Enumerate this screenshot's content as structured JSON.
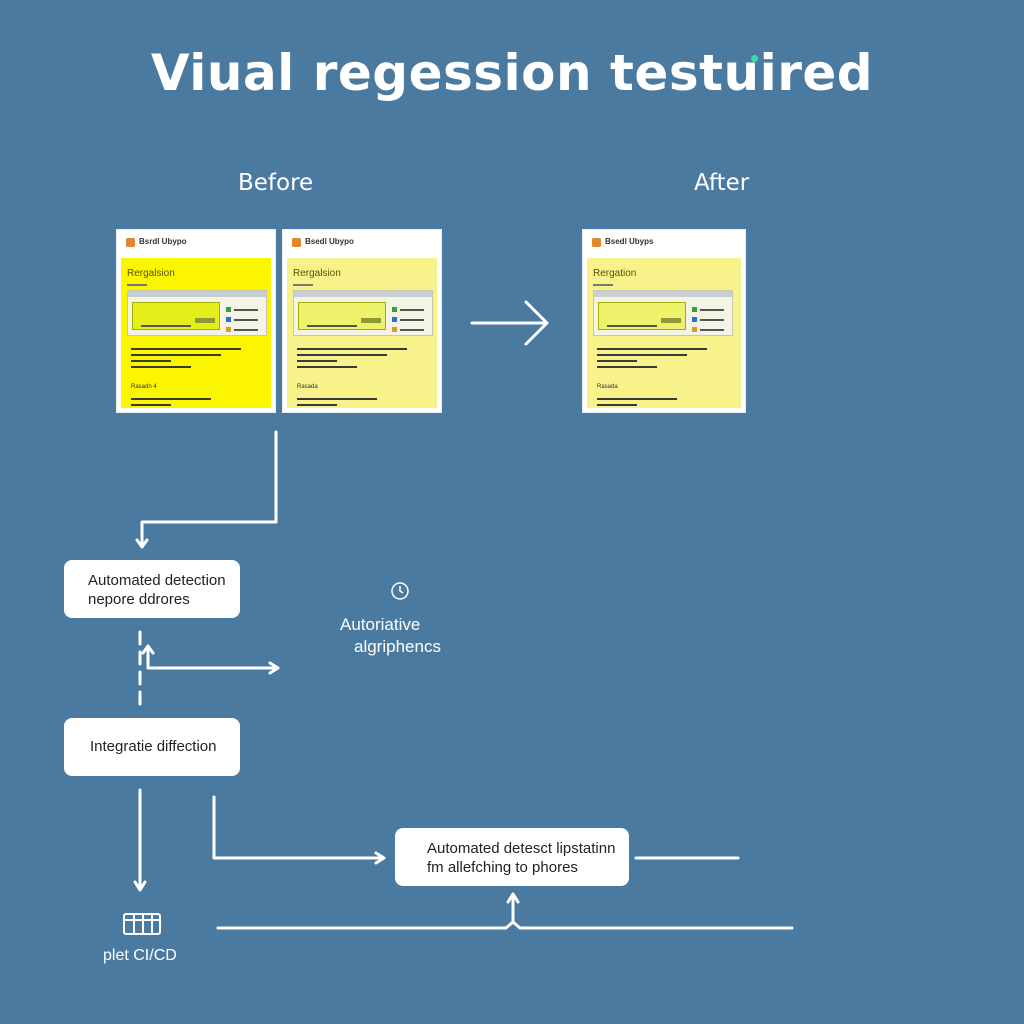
{
  "title": "Viual regession testuired",
  "labels": {
    "before": "Before",
    "after": "After"
  },
  "thumbnails": [
    {
      "brand": "Bsrdl Ubypo",
      "heading": "Rergalsion",
      "caption": "Rasadn 4",
      "state": "before",
      "tone": "bright"
    },
    {
      "brand": "Bsedl Ubypo",
      "heading": "Rergalsion",
      "caption": "Rasada",
      "state": "before",
      "tone": "pale"
    },
    {
      "brand": "Bsedl Ubyps",
      "heading": "Rergation",
      "caption": "Rasada",
      "state": "after",
      "tone": "pale"
    }
  ],
  "boxes": {
    "detection": {
      "line1": "Automated detection",
      "line2": "nepore ddrores"
    },
    "integrate": {
      "line1": "Integratie diffection"
    },
    "detect_lip": {
      "line1": "Automated detesct lipstatinn",
      "line2": "fm allefching to phores"
    }
  },
  "floating": {
    "line1": "Autoriative",
    "line2": "algriphencs"
  },
  "icons": {
    "clock": "clock-icon",
    "package": "package-icon"
  },
  "cicd": "plet CI/CD",
  "colors": {
    "background": "#4b7aa1",
    "highlight": "#fbf500",
    "pale": "#f8f28a",
    "accent": "#3fd9a6"
  }
}
